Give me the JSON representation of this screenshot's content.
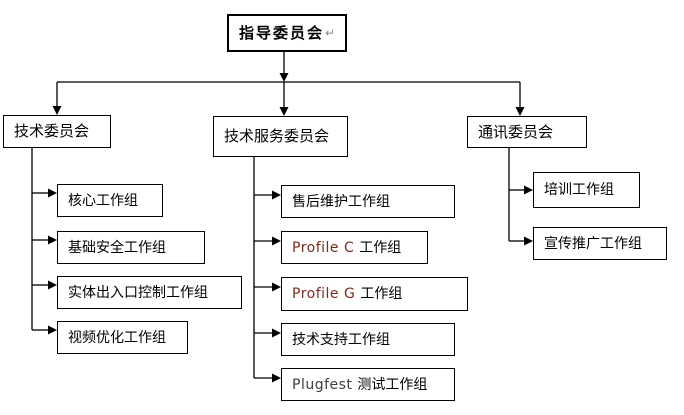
{
  "diagram": {
    "type": "org-chart",
    "title_box": {
      "label": "指导委员会",
      "paragraph_mark": "↵"
    },
    "columns": [
      {
        "committee": "技术委员会",
        "children": [
          {
            "label": "核心工作组"
          },
          {
            "label": "基础安全工作组"
          },
          {
            "label": "实体出入口控制工作组"
          },
          {
            "label": "视频优化工作组"
          }
        ]
      },
      {
        "committee": "技术服务委员会",
        "children": [
          {
            "label": "售后维护工作组"
          },
          {
            "prefix": "Profile C",
            "label": "工作组"
          },
          {
            "prefix": "Profile G",
            "label": "工作组"
          },
          {
            "label": "技术支持工作组"
          },
          {
            "prefix": "Plugfest",
            "label": "测试工作组"
          }
        ]
      },
      {
        "committee": "通讯委员会",
        "children": [
          {
            "label": "培训工作组"
          },
          {
            "label": "宣传推广工作组"
          }
        ]
      }
    ],
    "colors": {
      "line": "#000000",
      "background": "#ffffff",
      "box_border": "#000000",
      "latin_prefix_red": "#7b2d21",
      "latin_prefix_dark": "#3d3d3d",
      "paragraph_mark_gray": "#8a8a8a"
    }
  }
}
